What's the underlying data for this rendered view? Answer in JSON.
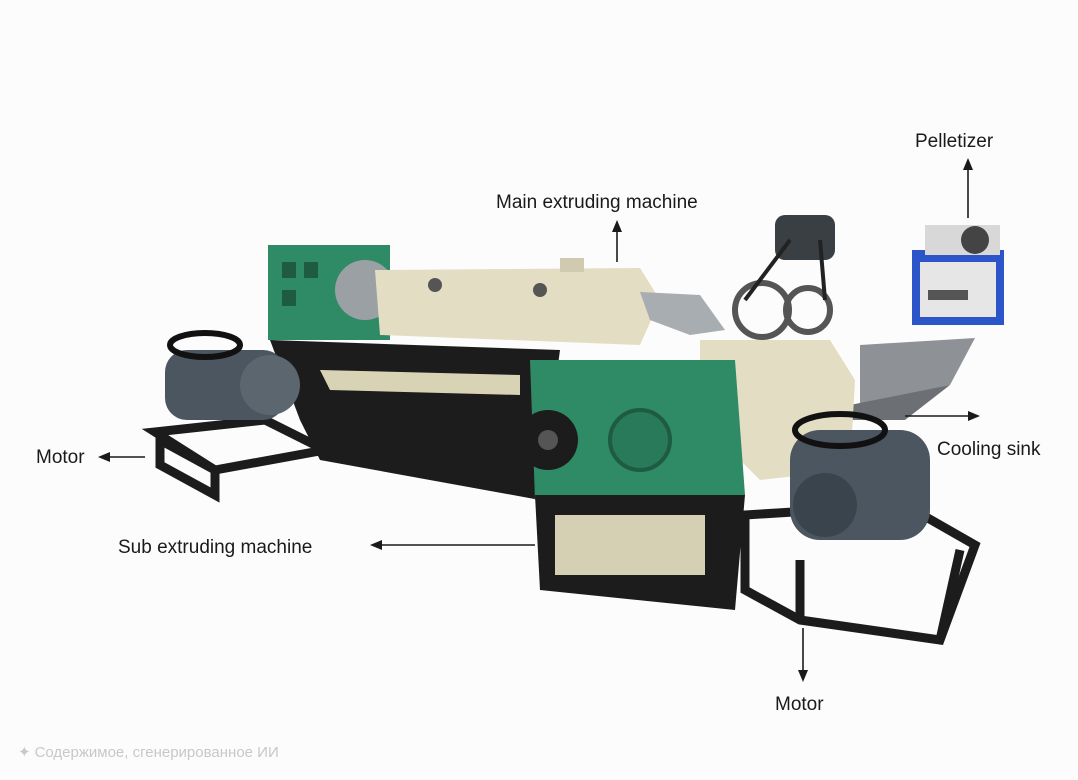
{
  "labels": {
    "pelletizer": "Pelletizer",
    "main_extruder": "Main extruding machine",
    "motor_left": "Motor",
    "cooling_sink": "Cooling sink",
    "sub_extruder": "Sub extruding machine",
    "motor_bottom": "Motor"
  },
  "watermark": {
    "icon": "sparkle-icon",
    "text": "Содержимое, сгенерированное ИИ"
  },
  "colors": {
    "green": "#2f8a66",
    "beige": "#e3dec3",
    "frame": "#1c1c1c",
    "motor": "#4b5660",
    "pelletizer_blue": "#2b55c8"
  }
}
